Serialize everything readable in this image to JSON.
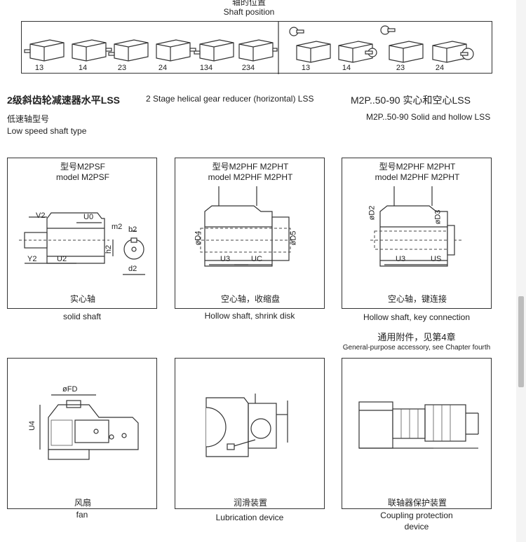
{
  "shaft_position": {
    "title_cn": "轴的位置",
    "title_en": "Shaft position",
    "left_labels": [
      "13",
      "14",
      "23",
      "24",
      "134",
      "234"
    ],
    "right_labels": [
      "13",
      "14",
      "23",
      "24"
    ]
  },
  "heading": {
    "left_cn": "2级斜齿轮减速器水平LSS",
    "left_en": "2 Stage helical gear reducer (horizontal) LSS",
    "sub_cn": "低速轴型号",
    "sub_en": "Low speed shaft type",
    "right_cn": "M2P..50-90  实心和空心LSS",
    "right_en": "M2P..50-90  Solid and hollow LSS"
  },
  "panels": {
    "p1": {
      "model_cn": "型号M2PSF",
      "model_en": "model M2PSF",
      "caption_cn": "实心轴",
      "caption_en": "solid shaft",
      "dims": [
        "V2",
        "U0",
        "m2",
        "b2",
        "h2",
        "Y2",
        "U2",
        "d2"
      ]
    },
    "p2": {
      "model_cn": "型号M2PHF  M2PHT",
      "model_en": "model M2PHF  M2PHT",
      "caption_cn": "空心轴，收缩盘",
      "caption_en": "Hollow shaft, shrink disk",
      "dims": [
        "øD4",
        "øD5",
        "U3",
        "UC"
      ]
    },
    "p3": {
      "model_cn": "型号M2PHF  M2PHT",
      "model_en": "model M2PHF  M2PHT",
      "caption_cn": "空心轴，键连接",
      "caption_en": "Hollow shaft, key connection",
      "dims": [
        "øD2",
        "øD3",
        "U3",
        "US"
      ]
    }
  },
  "accessory_heading": {
    "cn": "通用附件，见第4章",
    "en": "General-purpose accessory, see Chapter fourth"
  },
  "accessories": {
    "fan": {
      "cn": "风扇",
      "en": "fan",
      "dims": [
        "øFD",
        "U4"
      ]
    },
    "lubrication": {
      "cn": "润滑装置",
      "en": "Lubrication device"
    },
    "coupling": {
      "cn": "联轴器保护装置",
      "en_line1": "Coupling protection",
      "en_line2": "device"
    }
  }
}
